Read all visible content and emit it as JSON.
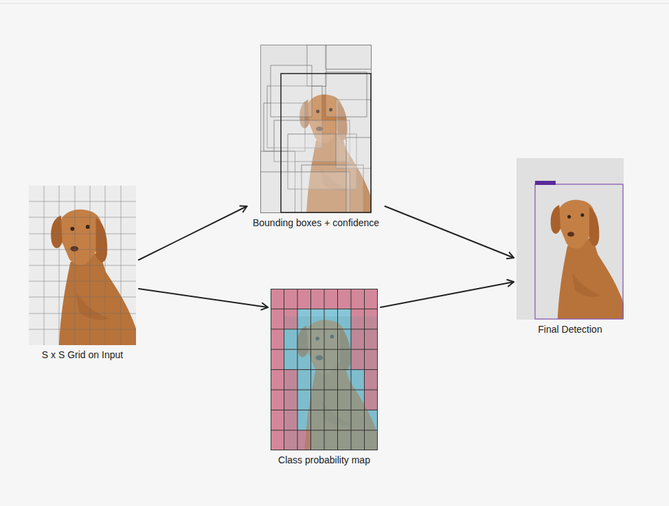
{
  "diagram": {
    "nodes": [
      {
        "text": [
          "S x S Grid on Input"
        ]
      },
      {
        "text": [
          "Bounding boxes + confidence"
        ]
      },
      {
        "text": [
          "Class probability map"
        ]
      },
      {
        "text": [
          "Final Detection"
        ]
      }
    ],
    "edges": [
      {
        "from": 0,
        "to": 1,
        "arrow": "to"
      },
      {
        "from": 0,
        "to": 2,
        "arrow": "to"
      },
      {
        "from": 1,
        "to": 3,
        "arrow": "to"
      },
      {
        "from": 2,
        "to": 3,
        "arrow": "to"
      }
    ]
  }
}
